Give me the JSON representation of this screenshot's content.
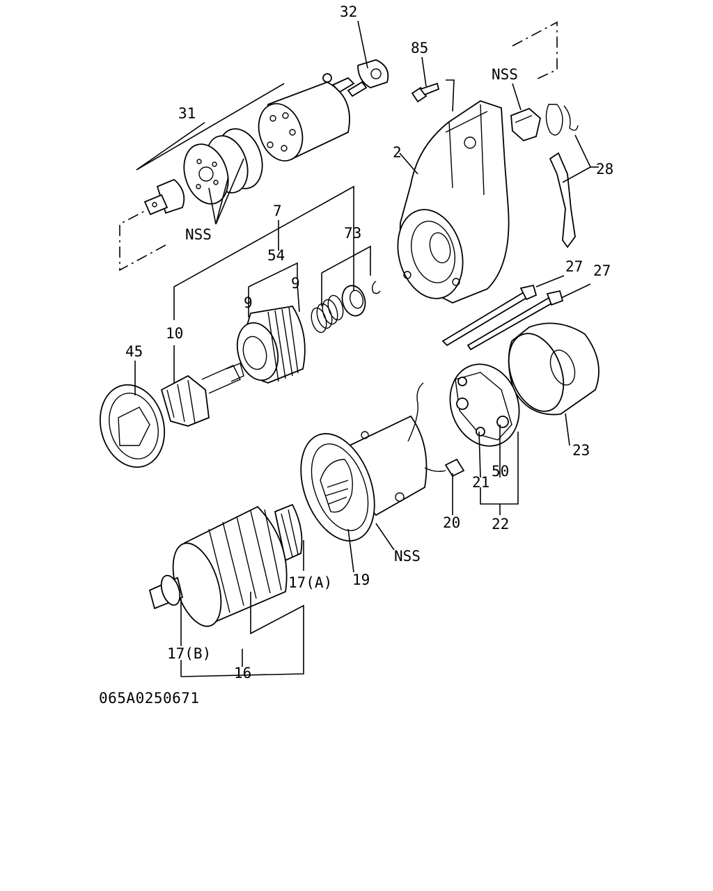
{
  "drawing_code": "065A0250671",
  "labels": {
    "l32": "32",
    "l85": "85",
    "nss_top": "NSS",
    "l31": "31",
    "l2": "2",
    "l28": "28",
    "l7": "7",
    "l73": "73",
    "nss_left": "NSS",
    "l54": "54",
    "l9a": "9",
    "l9b": "9",
    "l27a": "27",
    "l27b": "27",
    "l10": "10",
    "l45": "45",
    "l23": "23",
    "l50": "50",
    "l21": "21",
    "l20": "20",
    "l22": "22",
    "nss_bottom": "NSS",
    "l19": "19",
    "l17a": "17(A)",
    "l17b": "17(B)",
    "l16": "16"
  }
}
